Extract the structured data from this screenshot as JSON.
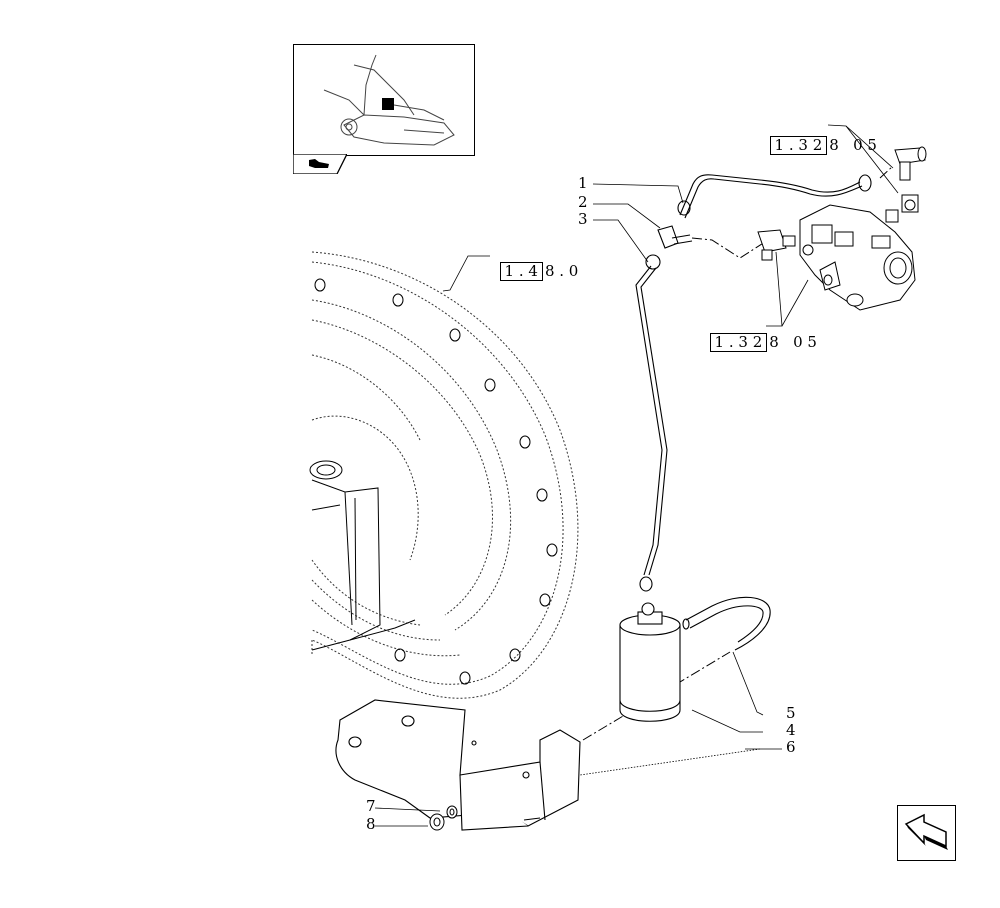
{
  "callouts": [
    {
      "id": "1",
      "label": "1"
    },
    {
      "id": "2",
      "label": "2"
    },
    {
      "id": "3",
      "label": "3"
    },
    {
      "id": "4",
      "label": "4"
    },
    {
      "id": "5",
      "label": "5"
    },
    {
      "id": "6",
      "label": "6"
    },
    {
      "id": "7",
      "label": "7"
    },
    {
      "id": "8",
      "label": "8"
    }
  ],
  "references": [
    {
      "boxed": "1 . 3 2",
      "tail": "8   0 5"
    },
    {
      "boxed": "1 . 4",
      "tail": "8 . 0"
    },
    {
      "boxed": "1 . 3 2",
      "tail": "8   0 5"
    }
  ],
  "icons": {
    "thumbnail": "tractor-overview-thumbnail",
    "thumb_tab": "hand-pointer-icon",
    "nav": "previous-page-arrow-icon"
  }
}
